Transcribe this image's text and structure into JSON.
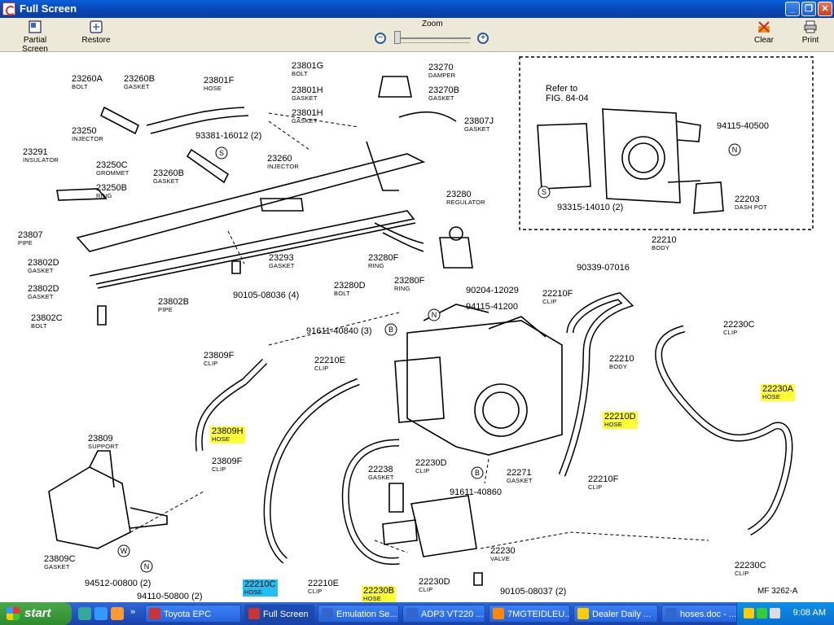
{
  "window": {
    "title": "Full Screen"
  },
  "toolbar": {
    "partial_screen": "Partial Screen",
    "restore": "Restore",
    "zoom": "Zoom",
    "clear": "Clear",
    "print": "Print"
  },
  "diagram": {
    "code": "MF 3262-A",
    "labels": [
      {
        "num": "23260A",
        "nm": "BOLT"
      },
      {
        "num": "23260B",
        "nm": "GASKET"
      },
      {
        "num": "23801F",
        "nm": "HOSE"
      },
      {
        "num": "23801G",
        "nm": "BOLT"
      },
      {
        "num": "23801H",
        "nm": "GASKET"
      },
      {
        "num": "23801H",
        "nm": "GASKET"
      },
      {
        "num": "23270",
        "nm": "DAMPER"
      },
      {
        "num": "23270B",
        "nm": "GASKET"
      },
      {
        "num": "23807J",
        "nm": "GASKET"
      },
      {
        "num": "23250",
        "nm": "INJECTOR"
      },
      {
        "num": "93381-16012 (2)",
        "nm": ""
      },
      {
        "num": "23291",
        "nm": "INSULATOR"
      },
      {
        "num": "23250C",
        "nm": "GROMMET"
      },
      {
        "num": "23260B",
        "nm": "GASKET"
      },
      {
        "num": "23260",
        "nm": "INJECTOR"
      },
      {
        "num": "23250B",
        "nm": "RING"
      },
      {
        "num": "23280",
        "nm": "REGULATOR"
      },
      {
        "num": "23807",
        "nm": "PIPE"
      },
      {
        "num": "23293",
        "nm": "GASKET"
      },
      {
        "num": "23802D",
        "nm": "GASKET"
      },
      {
        "num": "23280F",
        "nm": "RING"
      },
      {
        "num": "23280F",
        "nm": "RING"
      },
      {
        "num": "23802D",
        "nm": "GASKET"
      },
      {
        "num": "23280D",
        "nm": "BOLT"
      },
      {
        "num": "90204-12029",
        "nm": ""
      },
      {
        "num": "90105-08036 (4)",
        "nm": ""
      },
      {
        "num": "23802B",
        "nm": "PIPE"
      },
      {
        "num": "23802C",
        "nm": "BOLT"
      },
      {
        "num": "94115-41200",
        "nm": ""
      },
      {
        "num": "90339-07016",
        "nm": ""
      },
      {
        "num": "22210F",
        "nm": "CLIP"
      },
      {
        "num": "91611-40840 (3)",
        "nm": ""
      },
      {
        "num": "23809F",
        "nm": "CLIP"
      },
      {
        "num": "22210E",
        "nm": "CLIP"
      },
      {
        "num": "22210",
        "nm": "BODY"
      },
      {
        "num": "22230C",
        "nm": "CLIP"
      },
      {
        "num": "23809",
        "nm": "SUPPORT"
      },
      {
        "num": "23809F",
        "nm": "CLIP"
      },
      {
        "num": "22238",
        "nm": "GASKET"
      },
      {
        "num": "22230D",
        "nm": "CLIP"
      },
      {
        "num": "22271",
        "nm": "GASKET"
      },
      {
        "num": "22210F",
        "nm": "CLIP"
      },
      {
        "num": "91611-40860",
        "nm": ""
      },
      {
        "num": "23809C",
        "nm": "GASKET"
      },
      {
        "num": "22230",
        "nm": "VALVE"
      },
      {
        "num": "94512-00800 (2)",
        "nm": ""
      },
      {
        "num": "94110-50800 (2)",
        "nm": ""
      },
      {
        "num": "22210E",
        "nm": "CLIP"
      },
      {
        "num": "22230D",
        "nm": "CLIP"
      },
      {
        "num": "90105-08037 (2)",
        "nm": ""
      },
      {
        "num": "22230C",
        "nm": "CLIP"
      },
      {
        "num": "Refer to",
        "nm": ""
      },
      {
        "num": "FIG. 84-04",
        "nm": ""
      },
      {
        "num": "94115-40500",
        "nm": ""
      },
      {
        "num": "93315-14010 (2)",
        "nm": ""
      },
      {
        "num": "22203",
        "nm": "DASH POT"
      },
      {
        "num": "22210",
        "nm": "BODY"
      }
    ],
    "highlighted": [
      {
        "num": "23809H",
        "nm": "HOSE",
        "color": "#ffff33"
      },
      {
        "num": "22210D",
        "nm": "HOSE",
        "color": "#ffff33"
      },
      {
        "num": "22230A",
        "nm": "HOSE",
        "color": "#ffff33"
      },
      {
        "num": "22230B",
        "nm": "HOSE",
        "color": "#ffff33"
      },
      {
        "num": "22210C",
        "nm": "HOSE",
        "color": "#22c0f0"
      }
    ],
    "symbols": [
      "S",
      "S",
      "N",
      "N",
      "B",
      "B",
      "W",
      "N"
    ]
  },
  "taskbar": {
    "start": "start",
    "tasks": [
      "Toyota EPC",
      "Full Screen",
      "Emulation Se...",
      "ADP3 VT220 ...",
      "7MGTEIDLEU...",
      "Dealer Daily ...",
      "hoses.doc - ..."
    ],
    "clock": "9:08 AM"
  }
}
